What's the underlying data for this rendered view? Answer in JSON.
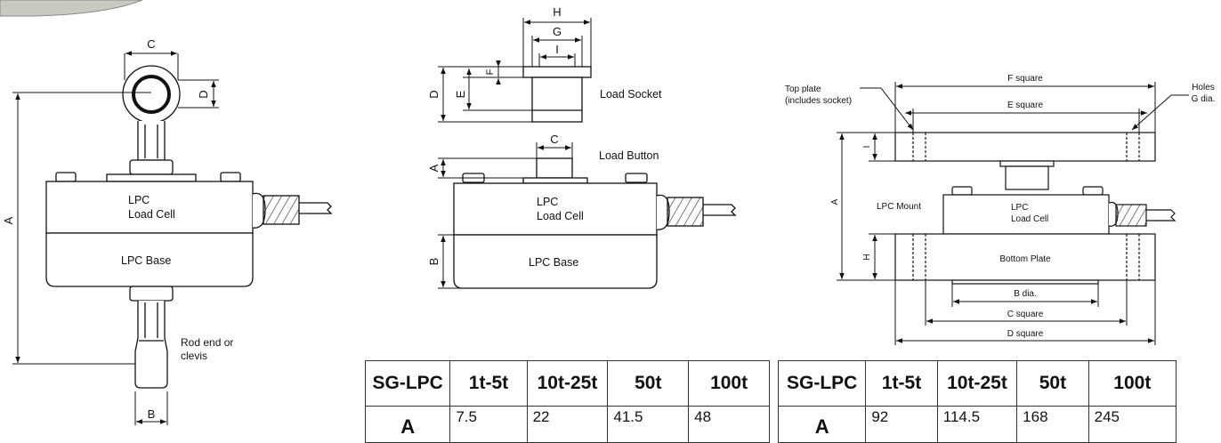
{
  "left_drawing": {
    "dims": {
      "a": "A",
      "b": "B",
      "c": "C",
      "d": "D"
    },
    "labels": {
      "cell_line1": "LPC",
      "cell_line2": "Load Cell",
      "base": "LPC Base",
      "rod_line1": "Rod end or",
      "rod_line2": "clevis"
    }
  },
  "middle_drawing": {
    "dims": {
      "a": "A",
      "b": "B",
      "c": "C",
      "d": "D",
      "e": "E",
      "f": "F",
      "g": "G",
      "h": "H",
      "i": "I"
    },
    "labels": {
      "socket": "Load Socket",
      "button": "Load Button",
      "cell_line1": "LPC",
      "cell_line2": "Load Cell",
      "base": "LPC Base"
    }
  },
  "right_drawing": {
    "dims": {
      "a": "A",
      "h": "H",
      "i": "I",
      "f_square": "F square",
      "e_square": "E square",
      "b_dia": "B dia.",
      "c_square": "C square",
      "d_square": "D square"
    },
    "labels": {
      "top_plate_line1": "Top plate",
      "top_plate_line2": "(includes socket)",
      "holes_line1": "Holes",
      "holes_line2": "G dia.",
      "mount": "LPC Mount",
      "cell_line1": "LPC",
      "cell_line2": "Load Cell",
      "bottom_plate": "Bottom Plate"
    }
  },
  "tables": {
    "left": {
      "headers": [
        "SG-LPC",
        "1t-5t",
        "10t-25t",
        "50t",
        "100t"
      ],
      "row": [
        "A",
        "7.5",
        "22",
        "41.5",
        "48"
      ]
    },
    "right": {
      "headers": [
        "SG-LPC",
        "1t-5t",
        "10t-25t",
        "50t",
        "100t"
      ],
      "row": [
        "A",
        "92",
        "114.5",
        "168",
        "245"
      ]
    }
  }
}
